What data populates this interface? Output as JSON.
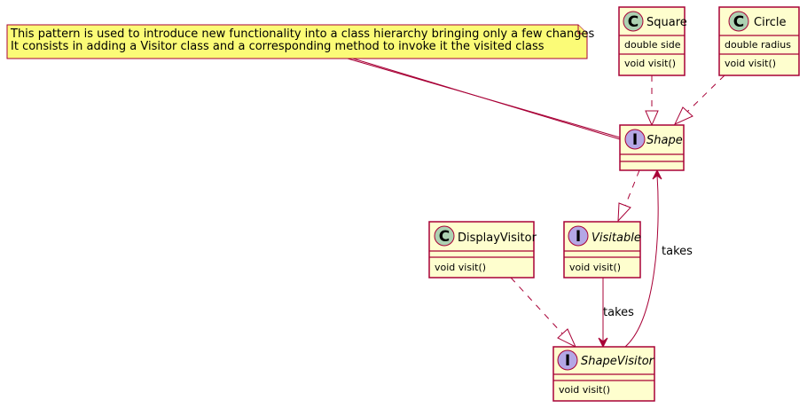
{
  "note": {
    "lines": [
      "This pattern is used to introduce new functionality into a class hierarchy bringing only a few changes",
      "It consists in adding a Visitor class and a corresponding method to invoke it the visited class"
    ]
  },
  "classes": {
    "square": {
      "badge": "C",
      "name": "Square",
      "fields": [
        "double side"
      ],
      "methods": [
        "void visit()"
      ]
    },
    "circle": {
      "badge": "C",
      "name": "Circle",
      "fields": [
        "double radius"
      ],
      "methods": [
        "void visit()"
      ]
    },
    "shape": {
      "badge": "I",
      "name": "Shape",
      "fields": [],
      "methods": []
    },
    "display_visitor": {
      "badge": "C",
      "name": "DisplayVisitor",
      "fields": [],
      "methods": [
        "void visit()"
      ]
    },
    "visitable": {
      "badge": "I",
      "name": "Visitable",
      "fields": [],
      "methods": [
        "void visit()"
      ]
    },
    "shape_visitor": {
      "badge": "I",
      "name": "ShapeVisitor",
      "fields": [],
      "methods": [
        "void visit()"
      ]
    }
  },
  "relations": {
    "visitable_to_shapevisitor": "takes",
    "shapevisitor_to_shape": "takes"
  },
  "colors": {
    "class_fill": "#FEFECE",
    "border": "#A80036",
    "note_fill": "#FBFB77",
    "class_badge": "#ADD1B2",
    "interface_badge": "#B4A7E5"
  }
}
